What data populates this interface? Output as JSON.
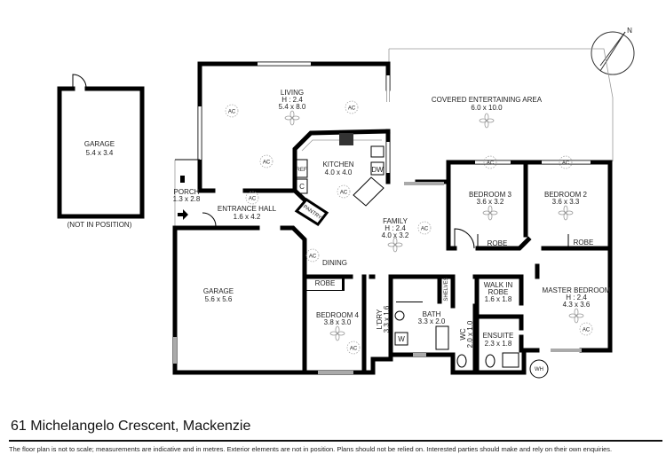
{
  "address": "61 Michelangelo Crescent, Mackenzie",
  "disclaimer": "The floor plan is not to scale; measurements are indicative and in metres. Exterior elements are not in position. Plans should not be relied on. Interested parties should make and rely on their own enquiries.",
  "compass_label": "N",
  "ac_label": "AC",
  "wh_label": "WH",
  "rooms": {
    "garage_detached": {
      "name": "GARAGE",
      "size": "5.4 x 3.4",
      "note": "(NOT IN POSITION)"
    },
    "living": {
      "name": "LIVING",
      "height": "H : 2.4",
      "size": "5.4 x 8.0"
    },
    "covered": {
      "name": "COVERED ENTERTAINING AREA",
      "size": "6.0 x 10.0"
    },
    "kitchen": {
      "name": "KITCHEN",
      "size": "4.0 x 4.0",
      "ref": "REF.",
      "c": "C",
      "dw": "DW",
      "pantry": "PANTRY"
    },
    "porch": {
      "name": "PORCH",
      "size": "1.3 x 2.8"
    },
    "entrance": {
      "name": "ENTRANCE HALL",
      "size": "1.6 x 4.2"
    },
    "family": {
      "name": "FAMILY",
      "height": "H : 2.4",
      "size": "4.0 x 3.2"
    },
    "dining": {
      "name": "DINING"
    },
    "bedroom3": {
      "name": "BEDROOM 3",
      "size": "3.6 x 3.2",
      "robe": "ROBE"
    },
    "bedroom2": {
      "name": "BEDROOM 2",
      "size": "3.6 x 3.3",
      "robe": "ROBE"
    },
    "garage": {
      "name": "GARAGE",
      "size": "5.6 x 5.6"
    },
    "bedroom4": {
      "name": "BEDROOM 4",
      "size": "3.8 x 3.0",
      "robe": "ROBE"
    },
    "laundry": {
      "name": "L'DRY",
      "size": "3.3 x 1.6",
      "w": "W"
    },
    "bath": {
      "name": "BATH",
      "size": "3.3 x 2.0",
      "shelves": "SHELVES"
    },
    "wc": {
      "name": "WC",
      "size": "2.0 x 1.0"
    },
    "walkin": {
      "name1": "WALK IN",
      "name2": "ROBE",
      "size": "1.6 x 1.8"
    },
    "ensuite": {
      "name": "ENSUITE",
      "size": "2.3 x 1.8"
    },
    "master": {
      "name": "MASTER BEDROOM",
      "height": "H : 2.4",
      "size": "4.3 x 3.6"
    }
  }
}
